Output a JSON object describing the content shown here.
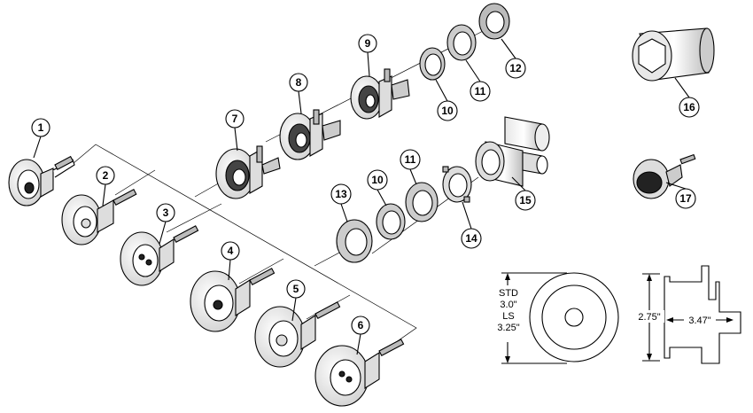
{
  "callouts": [
    {
      "number": "1"
    },
    {
      "number": "2"
    },
    {
      "number": "3"
    },
    {
      "number": "4"
    },
    {
      "number": "5"
    },
    {
      "number": "6"
    },
    {
      "number": "7"
    },
    {
      "number": "8"
    },
    {
      "number": "9"
    },
    {
      "number": "10"
    },
    {
      "number": "11"
    },
    {
      "number": "12"
    },
    {
      "number": "13"
    },
    {
      "number": "10"
    },
    {
      "number": "11"
    },
    {
      "number": "14"
    },
    {
      "number": "15"
    },
    {
      "number": "16"
    },
    {
      "number": "17"
    }
  ],
  "dimensions": {
    "front_label_1": "STD",
    "front_label_2": "3.0\"",
    "front_label_3": "LS",
    "front_label_4": "3.25\"",
    "side_height": "2.75\"",
    "side_depth": "3.47\""
  },
  "colors": {
    "line": "#000000",
    "shade": "#d9d9d9",
    "dark": "#222222"
  }
}
